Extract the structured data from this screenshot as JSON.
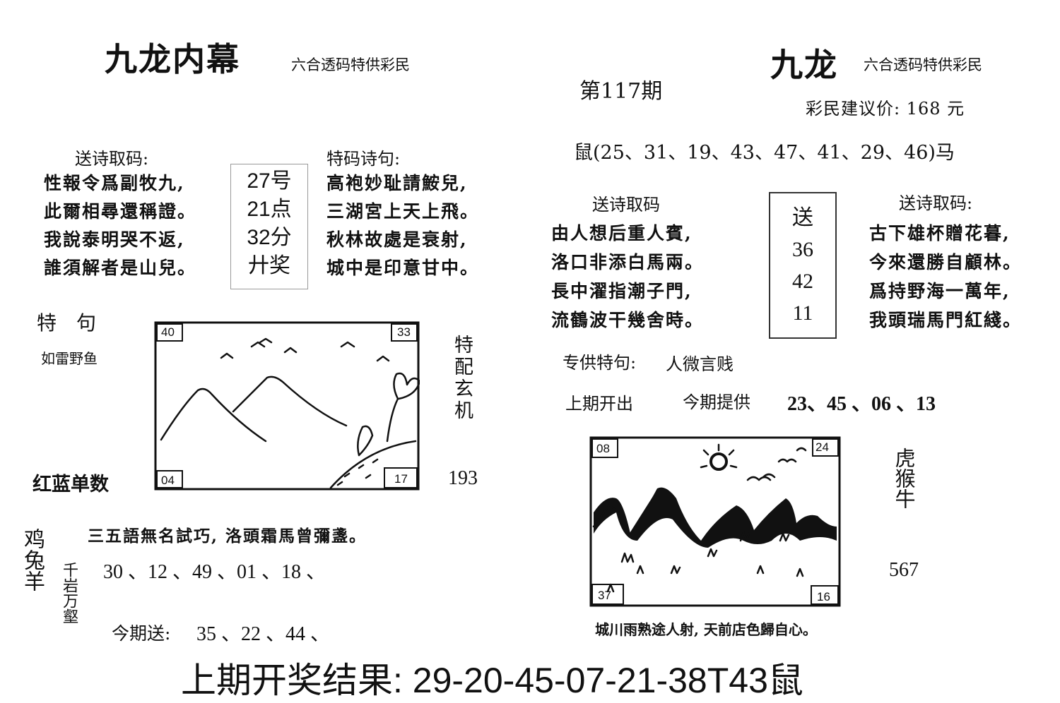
{
  "left": {
    "title": "九龙内幕",
    "subtitle": "六合透码特供彩民",
    "send_poem_label": "送诗取码:",
    "send_poem_lines": [
      "性報令爲副牧九,",
      "此爾相尋還稱證。",
      "我說泰明哭不返,",
      "誰須解者是山兒。"
    ],
    "center_box": [
      "27号",
      "21点",
      "32分",
      "廾奖"
    ],
    "special_poem_label": "特码诗句:",
    "special_poem_lines": [
      "高袍妙耻請鮟兒,",
      "三湖宮上天上飛。",
      "秋林故處是衰射,",
      "城中是印意甘中。"
    ],
    "special_label": "特　句",
    "special_phrase": "如雷野鱼",
    "red_blue": "红蓝单数",
    "vertical_text": "特配玄机",
    "picture": {
      "corner_tl": "40",
      "corner_tr": "33",
      "corner_bl": "04",
      "corner_br": "17"
    },
    "side_number": "193",
    "sentence": "三五語無名試巧, 洛頭霜馬曾彌盞。",
    "animals_vertical": "鸡兔羊",
    "phrase_vertical": "千岩万壑",
    "numbers": "30 、12 、49 、01 、18 、",
    "today_label": "今期送:",
    "today_numbers": "35 、22 、44 、"
  },
  "right": {
    "title": "九龙",
    "subtitle": "六合透码特供彩民",
    "issue": "第117期",
    "price": "彩民建议价:  168 元",
    "rat_line": "鼠(25、31、19、43、47、41、29、46)马",
    "send_poem_label_a": "送诗取码",
    "send_poem_lines_a": [
      "由人想后重人賓,",
      "洛口非添白馬兩。",
      "長中濯指潮子門,",
      "流鶴波干幾舍時。"
    ],
    "send_box": [
      "送",
      "36",
      "42",
      "11"
    ],
    "send_poem_label_b": "送诗取码:",
    "send_poem_lines_b": [
      "古下雄杯贈花暮,",
      "今來還勝自顧林。",
      "爲持野海一萬年,",
      "我頭瑞馬門紅綫。"
    ],
    "special_label": "专供特句:",
    "special_phrase": "人微言贱",
    "last_issue": "上期开出",
    "this_issue_label": "今期提供",
    "this_issue_numbers": "23、45 、06 、13",
    "picture": {
      "corner_tl": "08",
      "corner_tr": "24",
      "corner_bl": "37",
      "corner_br": "16"
    },
    "animals_vertical": "虎猴牛",
    "side_number": "567",
    "caption": "城川雨熟途人射, 天前店色歸自心。"
  },
  "result": "上期开奖结果: 29-20-45-07-21-38T43鼠"
}
